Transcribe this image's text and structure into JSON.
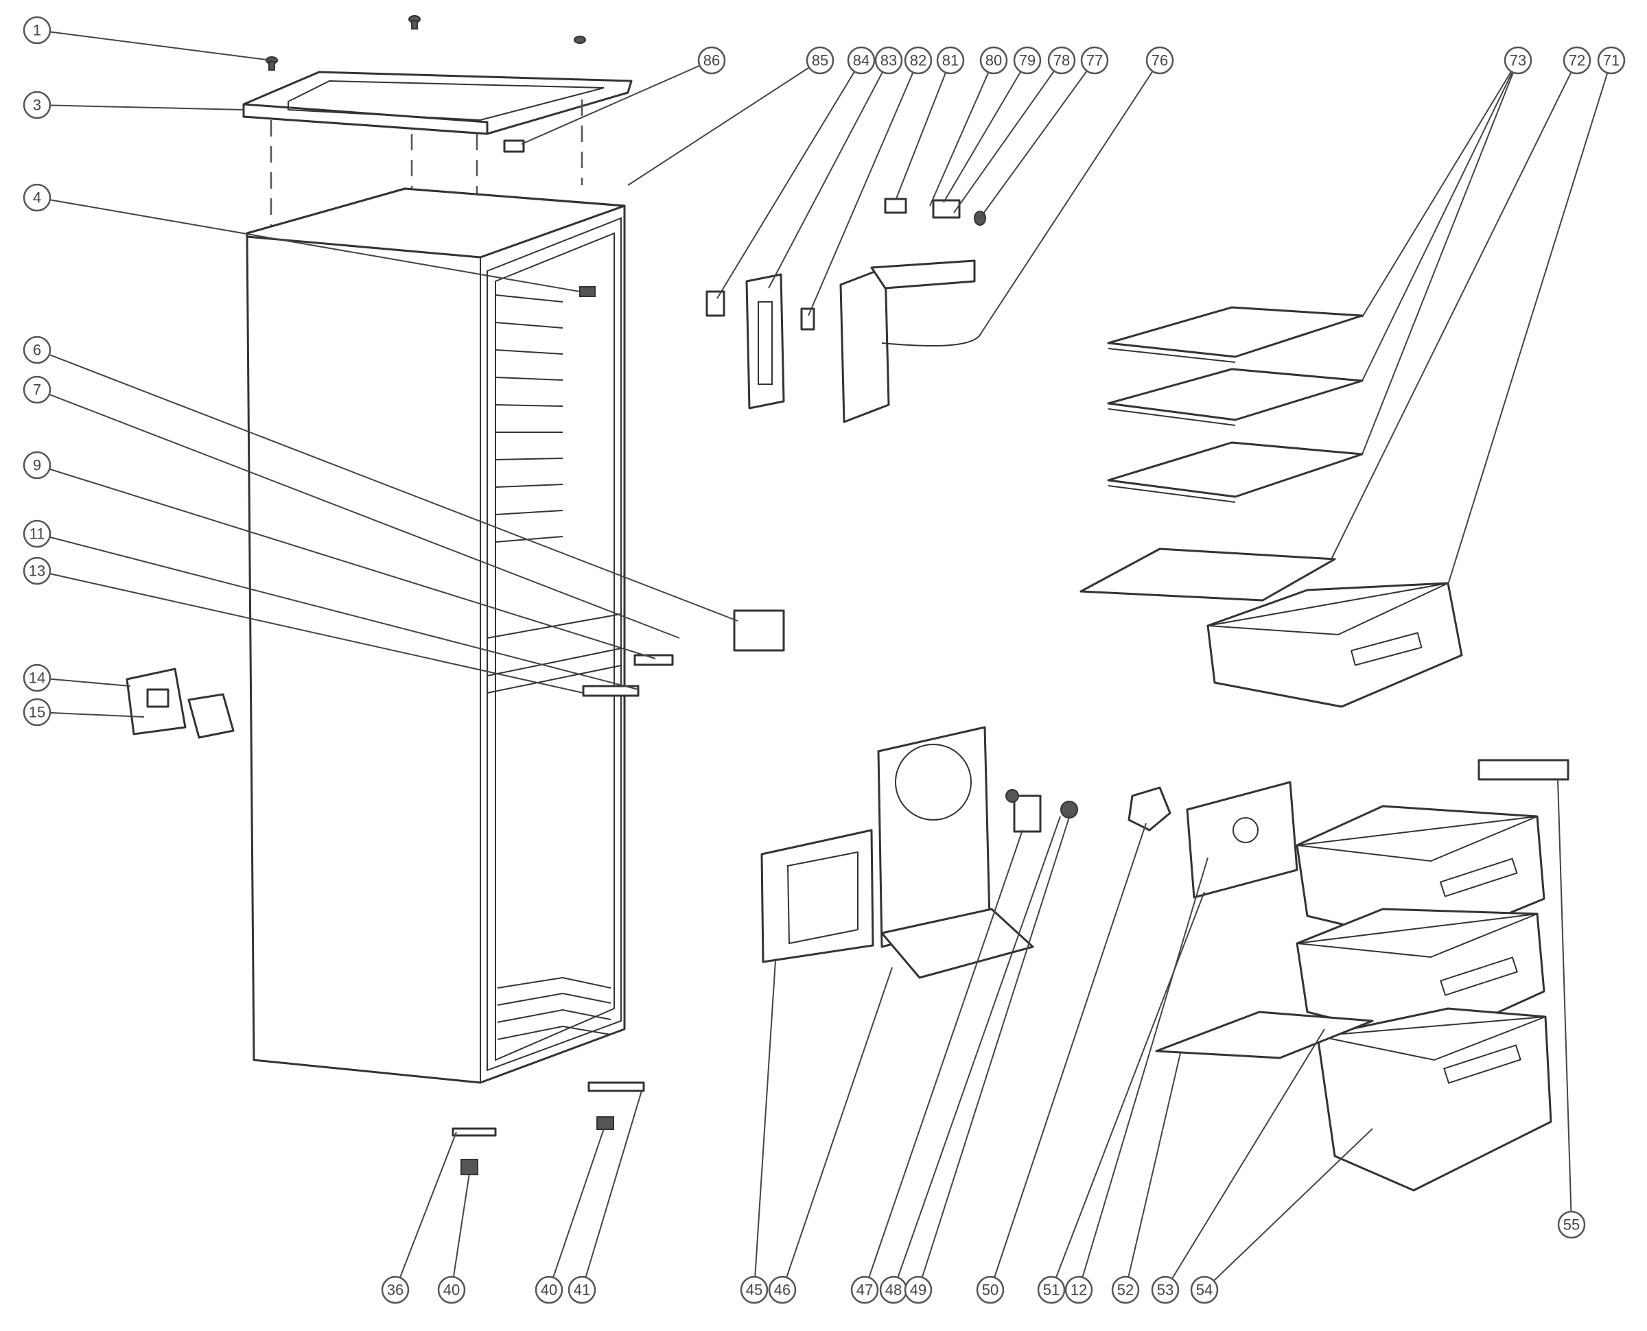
{
  "callouts": [
    "1",
    "3",
    "4",
    "6",
    "7",
    "9",
    "11",
    "13",
    "14",
    "15",
    "36",
    "40",
    "40",
    "41",
    "45",
    "46",
    "47",
    "48",
    "49",
    "50",
    "51",
    "12",
    "52",
    "53",
    "54",
    "55",
    "71",
    "72",
    "73",
    "76",
    "77",
    "78",
    "79",
    "80",
    "81",
    "82",
    "83",
    "84",
    "85",
    "86"
  ],
  "colors": {
    "line": "#333333",
    "background": "#ffffff"
  }
}
